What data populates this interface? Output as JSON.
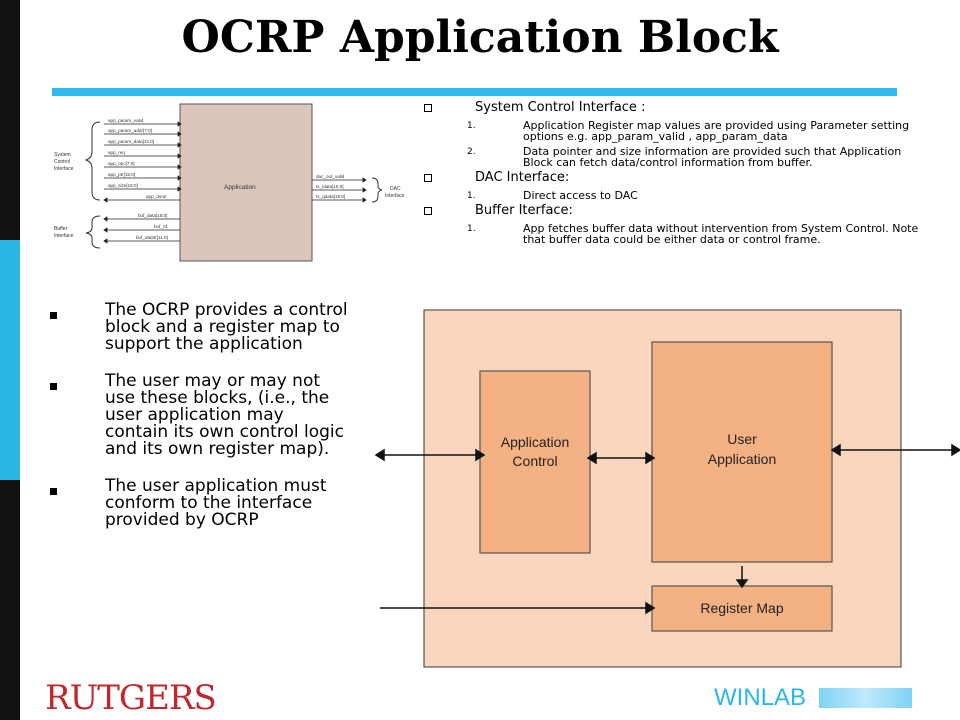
{
  "title": "OCRP Application Block",
  "interface_list": [
    {
      "heading": "System Control Interface :",
      "items": [
        {
          "num": "1.",
          "text": "Application Register map values are provided using Parameter setting options e.g. app_param_valid , app_param_data"
        },
        {
          "num": "2.",
          "text": "Data pointer  and size information are provided such that Application Block can fetch data/control information from buffer."
        }
      ]
    },
    {
      "heading": "DAC Interface:",
      "items": [
        {
          "num": "1.",
          "text": "Direct access to DAC"
        }
      ]
    },
    {
      "heading": "Buffer Iterface:",
      "items": [
        {
          "num": "1.",
          "text": "App fetches buffer data without intervention  from System Control. Note that buffer data could be either data or control frame."
        }
      ]
    }
  ],
  "bullets": [
    "The OCRP provides a control block and a register map to support the application",
    "The user may or may not use these blocks, (i.e., the user application may contain its own control logic and its own register map).",
    "The user application must conform to the interface provided by OCRP"
  ],
  "small_diagram": {
    "block_label": "Application",
    "group_system": [
      "System",
      "Control",
      "Interface"
    ],
    "group_buffer": [
      "Buffer",
      "Interface"
    ],
    "group_dac": [
      "DAC",
      "Interface"
    ],
    "inputs": [
      "app_param_valid",
      "app_param_addr[7:0]",
      "app_param_data[31:0]",
      "app_req",
      "app_opc[7:0]",
      "app_ptr[15:0]",
      "app_size[15:0]",
      "app_done"
    ],
    "buffer_signals": [
      "buf_data[15:0]",
      "buf_rd",
      "buf_daddr[11:0]"
    ],
    "dac_signals": [
      "dac_out_valid",
      "tx_idata[15:0]",
      "tx_qdata[15:0]"
    ]
  },
  "big_diagram": {
    "app_control": [
      "Application",
      "Control"
    ],
    "user_app": [
      "User",
      "Application"
    ],
    "register_map": "Register Map"
  },
  "logos": {
    "rutgers": "RUTGERS",
    "winlab": "WINLAB"
  },
  "colors": {
    "title_rule": "#2ebcf0",
    "sidebar": "#111111",
    "sidebar_accent": "#29b7e8",
    "outer_block": "#f9d6bd",
    "inner_block": "#f4b183",
    "small_block": "#dcc5bc",
    "rutgers_red": "#c0282d",
    "winlab_blue": "#29b7e8"
  }
}
